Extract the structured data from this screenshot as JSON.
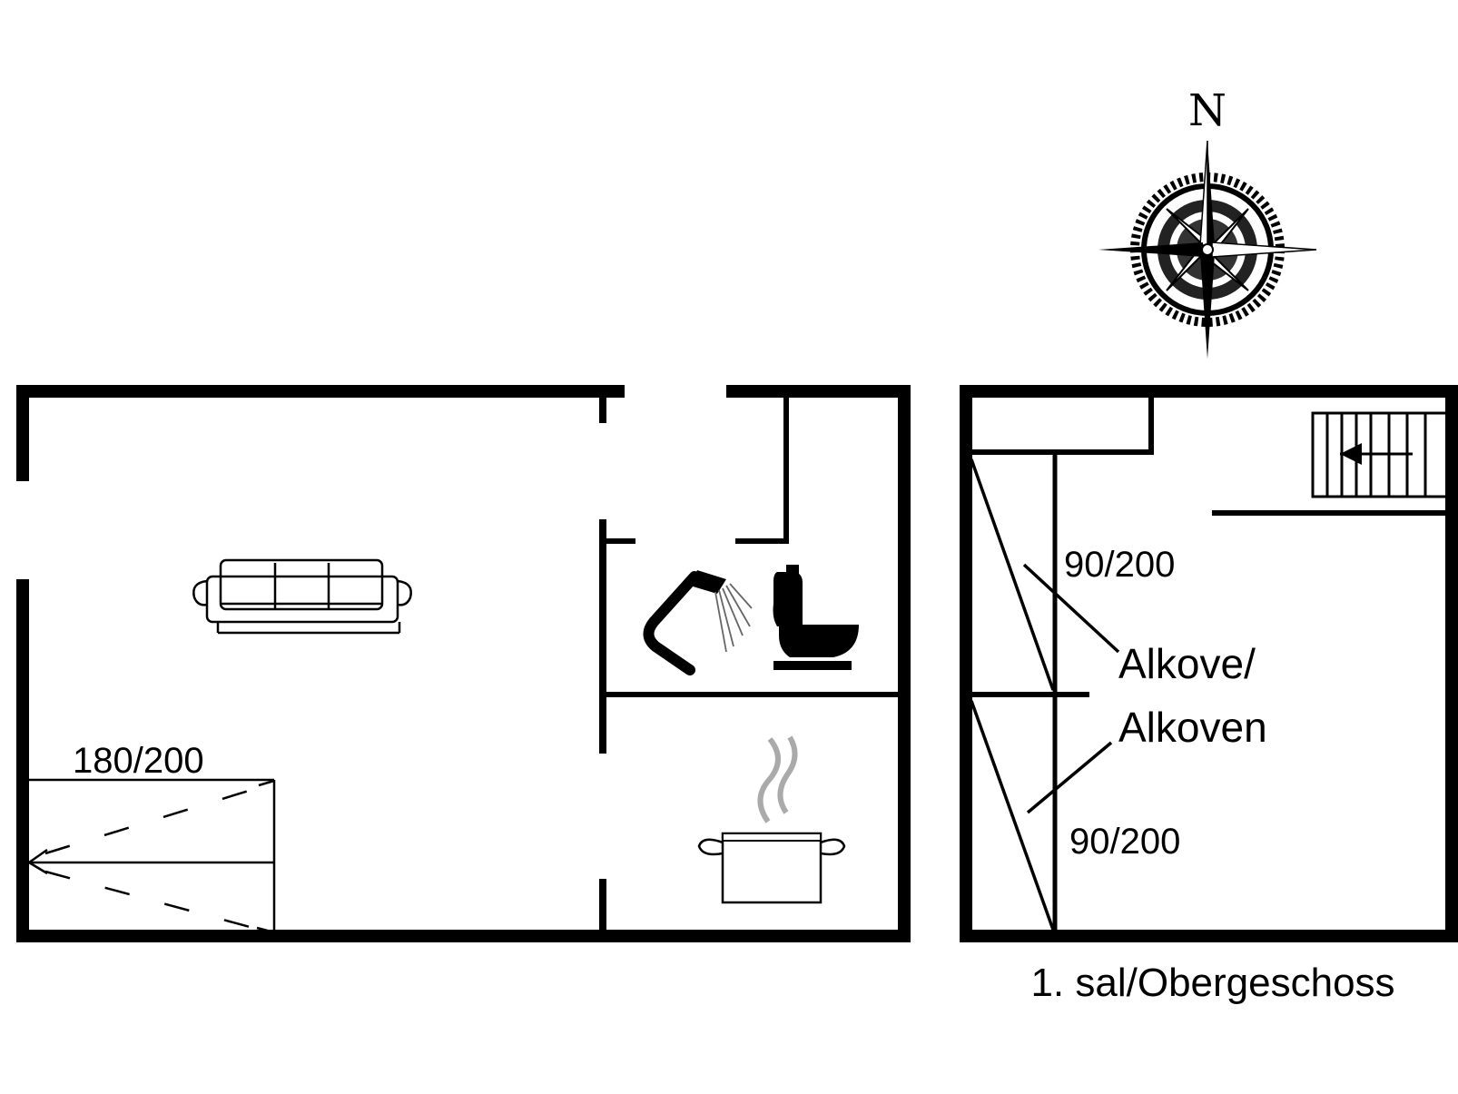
{
  "compass": {
    "north_label": "N"
  },
  "ground_floor": {
    "bed_dimension": "180/200"
  },
  "upper_floor": {
    "alcove_bed_top": "90/200",
    "alcove_bed_bottom": "90/200",
    "alcove_label_line1": "Alkove/",
    "alcove_label_line2": "Alkoven",
    "floor_caption": "1. sal/Obergeschoss"
  }
}
